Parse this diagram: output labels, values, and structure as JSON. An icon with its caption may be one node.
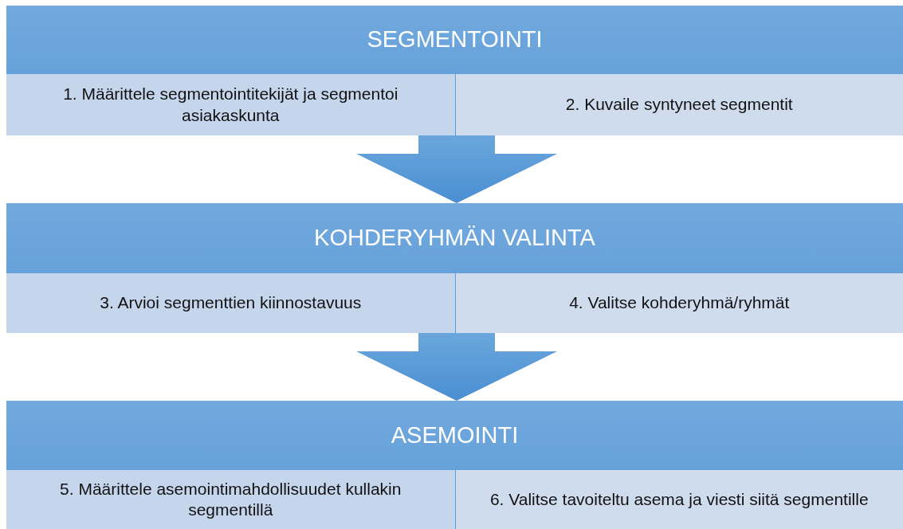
{
  "diagram": {
    "nodes": [
      {
        "text": [
          "SEGMENTOINTI"
        ]
      },
      {
        "text": [
          "1. Määrittele segmentointitekijät ja segmentoi asiakaskunta"
        ],
        "in": 0
      },
      {
        "text": [
          "2. Kuvaile syntyneet segmentit"
        ],
        "in": 0
      },
      {
        "text": [
          "KOHDERYHMÄN VALINTA"
        ]
      },
      {
        "text": [
          "3. Arvioi segmenttien kiinnostavuus"
        ],
        "in": 3
      },
      {
        "text": [
          "4. Valitse kohderyhmä/ryhmät"
        ],
        "in": 3
      },
      {
        "text": [
          "ASEMOINTI"
        ]
      },
      {
        "text": [
          "5. Määrittele asemointimahdollisuudet kullakin segmentillä"
        ],
        "in": 6
      },
      {
        "text": [
          "6. Valitse tavoiteltu asema ja viesti siitä segmentille"
        ],
        "in": 6
      }
    ],
    "edges": [
      {
        "from": 0,
        "to": 3,
        "arrow": "to"
      },
      {
        "from": 3,
        "to": 6,
        "arrow": "to"
      }
    ]
  }
}
